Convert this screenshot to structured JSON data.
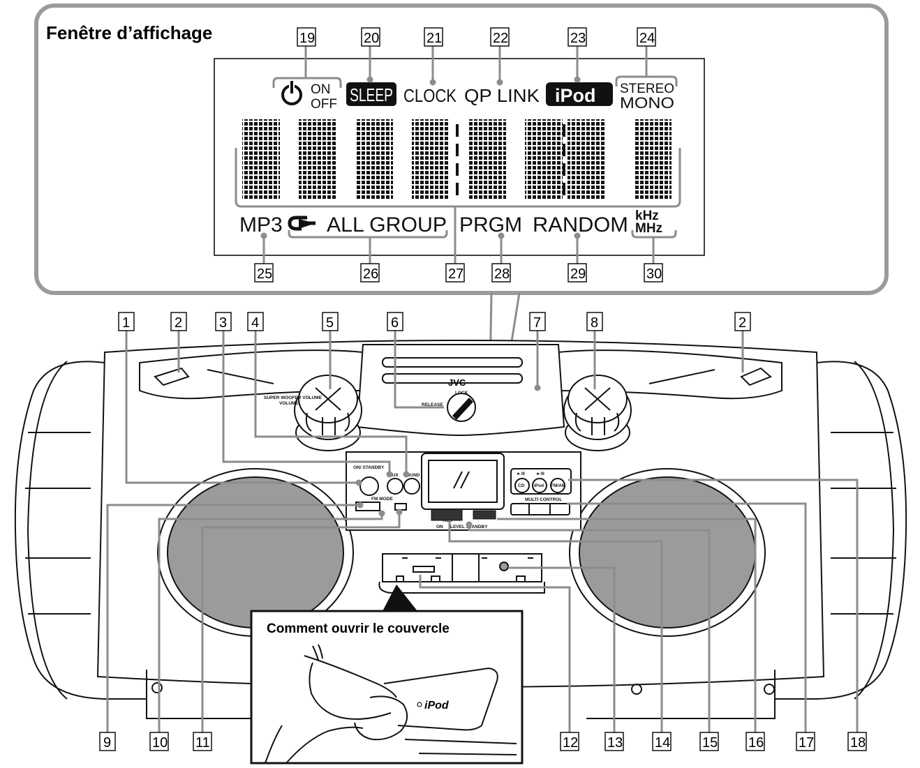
{
  "display_panel": {
    "title": "Fenêtre d’affichage",
    "indicators": {
      "on": "ON",
      "off": "OFF",
      "sleep": "SLEEP",
      "clock": "CLOCK",
      "qp_link": "QP LINK",
      "ipod": "iPod",
      "stereo": "STEREO",
      "mono": "MONO",
      "mp3": "MP3",
      "all_group": "ALL GROUP",
      "prgm": "PRGM",
      "random": "RANDOM",
      "khz": "kHz",
      "mhz": "MHz"
    }
  },
  "callouts": {
    "c1": "1",
    "c2": "2",
    "c3": "3",
    "c4": "4",
    "c5": "5",
    "c6": "6",
    "c7": "7",
    "c8": "8",
    "c9": "9",
    "c10": "10",
    "c11": "11",
    "c12": "12",
    "c13": "13",
    "c14": "14",
    "c15": "15",
    "c16": "16",
    "c17": "17",
    "c18": "18",
    "c19": "19",
    "c20": "20",
    "c21": "21",
    "c22": "22",
    "c23": "23",
    "c24": "24",
    "c25": "25",
    "c26": "26",
    "c27": "27",
    "c28": "28",
    "c29": "29",
    "c30": "30"
  },
  "device_labels": {
    "brand": "JVC",
    "lock": "LOCK",
    "release": "RELEASE",
    "super_woofer_volume": "SUPER WOOFER VOLUME",
    "volume": "VOLUME",
    "on_standby": "ON/ STANDBY",
    "aux": "AUX",
    "sound": "SOUND",
    "play_pause": "►/II",
    "cd": "CD",
    "ipod_button": "iPod",
    "fm_am": "FM/AM",
    "multi_control": "MULTI CONTROL",
    "acs": "ACS",
    "acs_on": "ON",
    "level_standby": "LEVEL STANDBY",
    "fm_mode": "FM MODE"
  },
  "inset": {
    "title": "Comment ouvrir le couvercle",
    "ipod_label": "iPod"
  }
}
